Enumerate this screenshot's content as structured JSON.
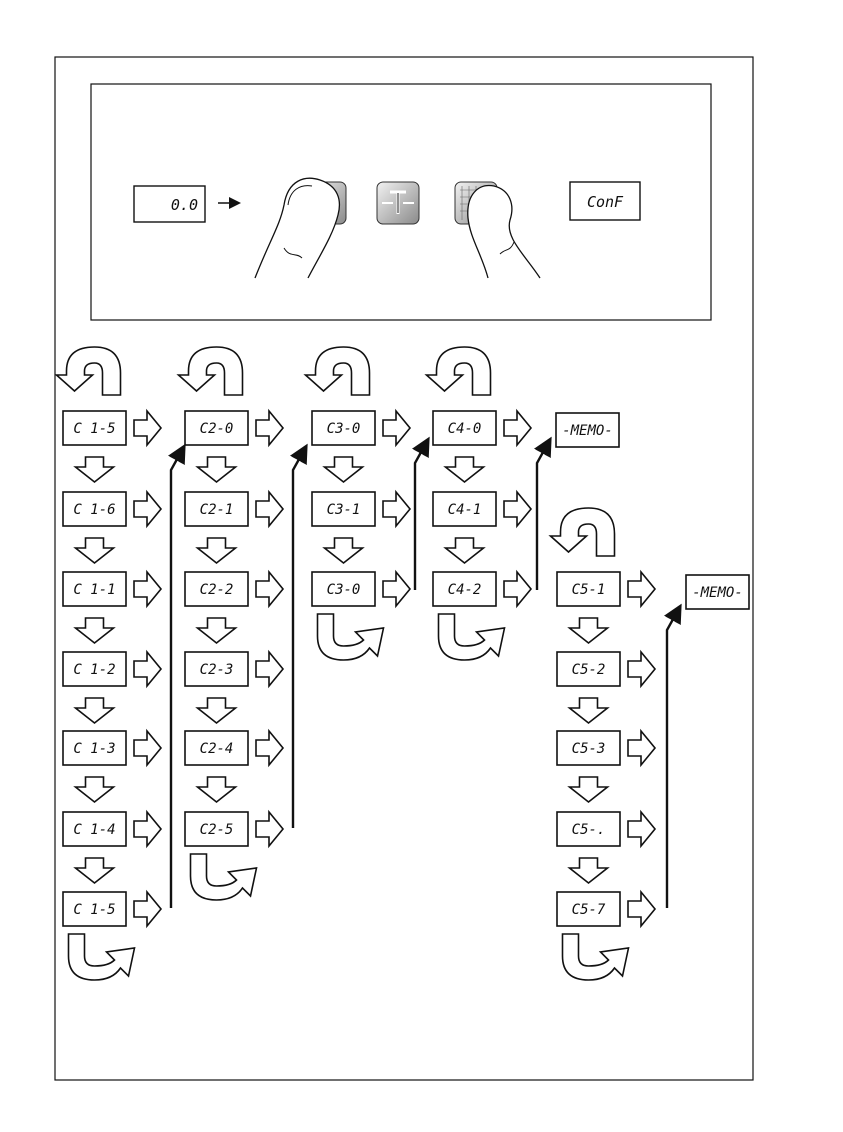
{
  "top_panel": {
    "start_display": "0.0",
    "tare_icon": "tare-key-icon",
    "grid_icon": "grid-key-icon",
    "result_display": "ConF"
  },
  "columns": [
    {
      "id": "c1",
      "items": [
        "C 1-5",
        "C 1-6",
        "C 1-1",
        "C 1-2",
        "C 1-3",
        "C 1-4",
        "C 1-5"
      ]
    },
    {
      "id": "c2",
      "items": [
        "C2-0",
        "C2-1",
        "C2-2",
        "C2-3",
        "C2-4",
        "C2-5"
      ]
    },
    {
      "id": "c3",
      "items": [
        "C3-0",
        "C3-1",
        "C3-0"
      ]
    },
    {
      "id": "c4",
      "items": [
        "C4-0",
        "C4-1",
        "C4-2"
      ]
    },
    {
      "id": "c5",
      "items": [
        "C5-1",
        "C5-2",
        "C5-3",
        "C5-.",
        "C5-7"
      ]
    }
  ],
  "memo_labels": [
    "-MEMO-",
    "-MEMO-"
  ],
  "colors": {
    "line": "#111111",
    "background": "#ffffff",
    "key_fill": "#d9d9d9"
  }
}
